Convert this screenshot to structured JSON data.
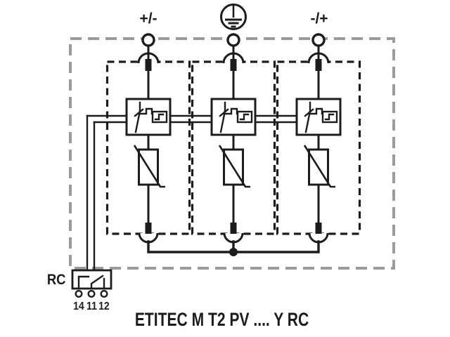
{
  "diagram_title": "ETITEC M T2 PV .... Y RC",
  "top_terminals": {
    "left": "+/-",
    "center_icon": "protective-earth",
    "right": "-/+"
  },
  "remote_signal_contact": {
    "label": "RC",
    "terminals": [
      "14",
      "11",
      "12"
    ]
  },
  "modules": {
    "count": 3,
    "components": [
      "plug-in-contact",
      "thermal-disconnector",
      "varistor",
      "plug-in-contact"
    ]
  },
  "colors": {
    "line": "#1c1c1c",
    "enclosure_dash": "#9b9b9b",
    "background": "#ffffff"
  }
}
